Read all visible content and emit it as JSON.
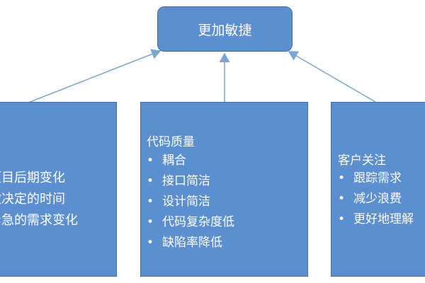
{
  "top": {
    "label": "更加敏捷"
  },
  "left": {
    "items": [
      "项目后期变化",
      "做决定的时间",
      "紧急的需求变化"
    ]
  },
  "middle": {
    "heading": "代码质量",
    "items": [
      "耦合",
      "接口简洁",
      "设计简洁",
      "代码复杂度低",
      "缺陷率降低"
    ]
  },
  "right": {
    "heading": "客户关注",
    "items": [
      "跟踪需求",
      "减少浪费",
      "更好地理解"
    ]
  },
  "bullet": "•",
  "colors": {
    "box_fill": "#5b8fd0",
    "box_border": "#3f6fa8",
    "arrow": "#7aa6d6"
  }
}
